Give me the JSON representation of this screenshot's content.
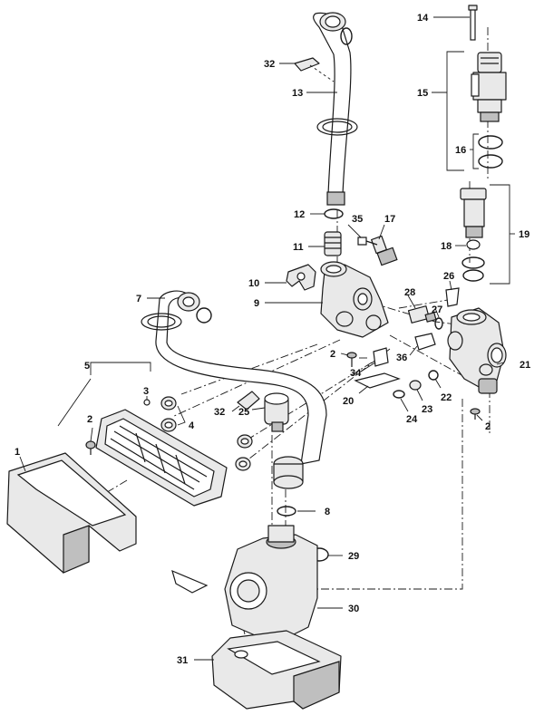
{
  "diagram": {
    "type": "exploded-parts-diagram",
    "labels": {
      "p1": "1",
      "p2a": "2",
      "p2b": "2",
      "p2c": "2",
      "p3": "3",
      "p4": "4",
      "p5": "5",
      "p7": "7",
      "p8": "8",
      "p9": "9",
      "p10": "10",
      "p11": "11",
      "p12": "12",
      "p13": "13",
      "p14": "14",
      "p15": "15",
      "p16": "16",
      "p17": "17",
      "p18": "18",
      "p19": "19",
      "p20": "20",
      "p21": "21",
      "p22": "22",
      "p23": "23",
      "p24": "24",
      "p25": "25",
      "p26": "26",
      "p27": "27",
      "p28": "28",
      "p29": "29",
      "p30": "30",
      "p31": "31",
      "p32a": "32",
      "p32b": "32",
      "p34": "34",
      "p35": "35",
      "p36": "36"
    }
  }
}
